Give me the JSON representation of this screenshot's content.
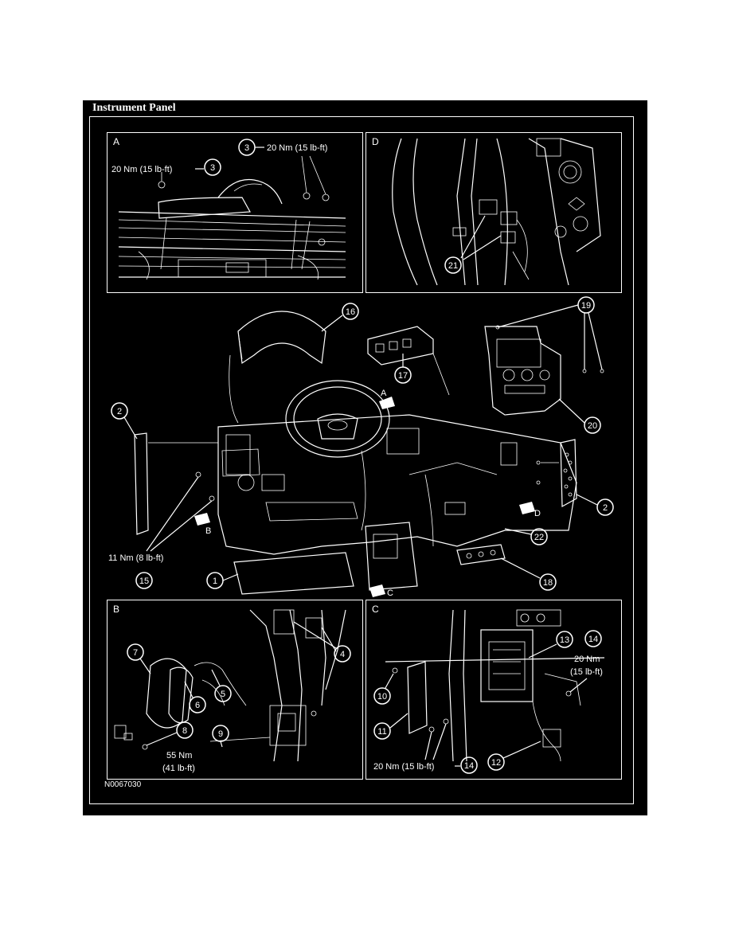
{
  "sheet": {
    "title": "Instrument Panel",
    "figure_id": "N0067030"
  },
  "views": {
    "A": {
      "letter": "A",
      "torque_left": "20 Nm (15 lb-ft)",
      "torque_right": "20 Nm (15 lb-ft)",
      "callouts": [
        "3",
        "3"
      ]
    },
    "D": {
      "letter": "D",
      "callouts": [
        "21"
      ]
    },
    "main": {
      "view_refs": [
        "A",
        "B",
        "C",
        "D"
      ],
      "torque_left": "11 Nm (8 lb-ft)",
      "callouts": [
        "1",
        "2",
        "2",
        "15",
        "16",
        "17",
        "18",
        "19",
        "20",
        "22"
      ]
    },
    "B": {
      "letter": "B",
      "torque_line1": "55 Nm",
      "torque_line2": "(41 lb-ft)",
      "callouts": [
        "4",
        "5",
        "6",
        "7",
        "8",
        "9"
      ]
    },
    "C": {
      "letter": "C",
      "torque_right_line1": "20 Nm",
      "torque_right_line2": "(15 lb-ft)",
      "torque_bottom": "20 Nm (15 lb-ft)",
      "callouts": [
        "10",
        "11",
        "12",
        "13",
        "14",
        "14"
      ]
    }
  }
}
